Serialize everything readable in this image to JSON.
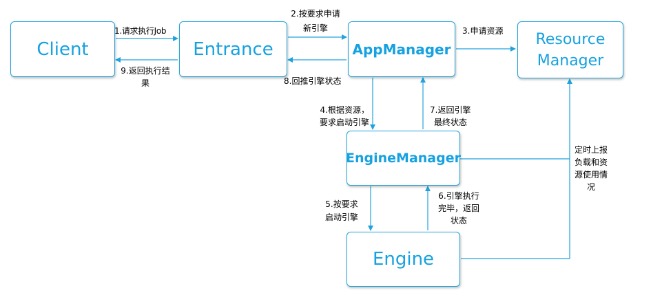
{
  "colors": {
    "box_border": "#20a2dc",
    "box_text": "#16a1e0",
    "arrow": "#20a2dc"
  },
  "nodes": {
    "client": "Client",
    "entrance": "Entrance",
    "appmanager": "AppManager",
    "resource_manager_line1": "Resource",
    "resource_manager_line2": "Manager",
    "enginemanager": "EngineManager",
    "engine": "Engine"
  },
  "edges": {
    "e1": "1.请求执行Job",
    "e2_line1": "2.按要求申请",
    "e2_line2": "新引擎",
    "e3": "3.申请资源",
    "e4_line1": "4.根据资源，",
    "e4_line2": "要求启动引擎",
    "e5_line1": "5.按要求",
    "e5_line2": "启动引擎",
    "e6_line1": "6.引擎执行",
    "e6_line2": "完毕，返回",
    "e6_line3": "状态",
    "e7_line1": "7.返回引擎",
    "e7_line2": "最终状态",
    "e8": "8.回推引擎状态",
    "e9_line1": "9.返回执行结",
    "e9_line2": "果",
    "report_line1": "定时上报",
    "report_line2": "负载和资",
    "report_line3": "源使用情",
    "report_line4": "况"
  }
}
